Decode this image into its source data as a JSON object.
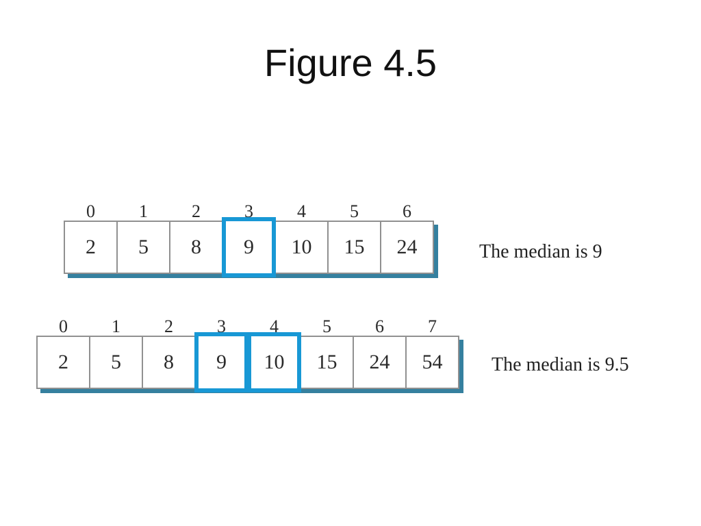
{
  "title": "Figure 4.5",
  "colors": {
    "highlight_blue": "#1898d5",
    "shadow_teal": "#35809f",
    "cell_border_gray": "#909090",
    "number_text": "#2a2a2a",
    "caption_text": "#222222",
    "background": "#ffffff"
  },
  "arrays": [
    {
      "name": "odd-length-array",
      "indices": [
        "0",
        "1",
        "2",
        "3",
        "4",
        "5",
        "6"
      ],
      "values": [
        "2",
        "5",
        "8",
        "9",
        "10",
        "15",
        "24"
      ],
      "highlighted_indices": [
        3
      ],
      "caption": "The median is 9"
    },
    {
      "name": "even-length-array",
      "indices": [
        "0",
        "1",
        "2",
        "3",
        "4",
        "5",
        "6",
        "7"
      ],
      "values": [
        "2",
        "5",
        "8",
        "9",
        "10",
        "15",
        "24",
        "54"
      ],
      "highlighted_indices": [
        3,
        4
      ],
      "caption": "The median is 9.5"
    }
  ]
}
